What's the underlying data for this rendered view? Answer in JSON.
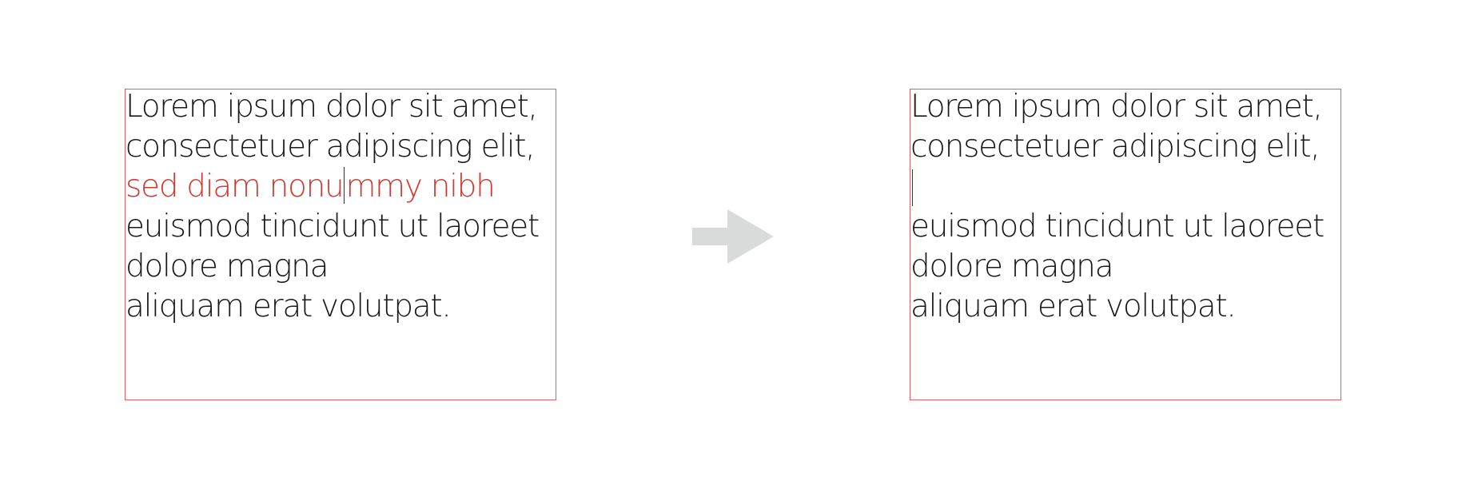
{
  "before": {
    "lines": [
      "Lorem ipsum dolor sit amet,",
      "consectetuer adipiscing elit,",
      "sed diam nonu",
      "mmy nibh",
      "euismod tincidunt ut laoreet",
      "dolore magna",
      "aliquam erat volutpat."
    ]
  },
  "after": {
    "lines": [
      "Lorem ipsum dolor sit amet,",
      "consectetuer adipiscing elit,",
      "euismod tincidunt ut laoreet",
      "dolore magna",
      "aliquam erat volutpat."
    ]
  },
  "colors": {
    "frame": "#e06060",
    "highlight": "#d03a30",
    "text": "#1a1a1a",
    "arrow": "#d9dada"
  },
  "icons": {
    "arrow": "right-arrow-icon"
  }
}
